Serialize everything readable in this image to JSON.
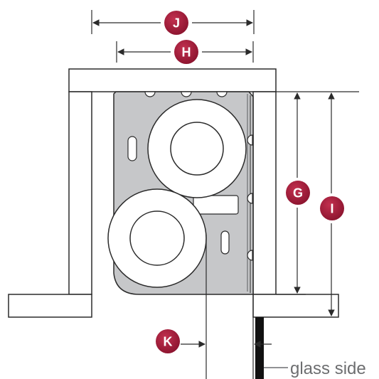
{
  "labels": {
    "J": "J",
    "H": "H",
    "G": "G",
    "I": "I",
    "K": "K"
  },
  "caption": "glass side",
  "colors": {
    "badge": "#a31a3a",
    "housing": "#c6c7c9",
    "line": "#2b2b2b",
    "glass": "#111111",
    "caption": "#6d6e70"
  }
}
